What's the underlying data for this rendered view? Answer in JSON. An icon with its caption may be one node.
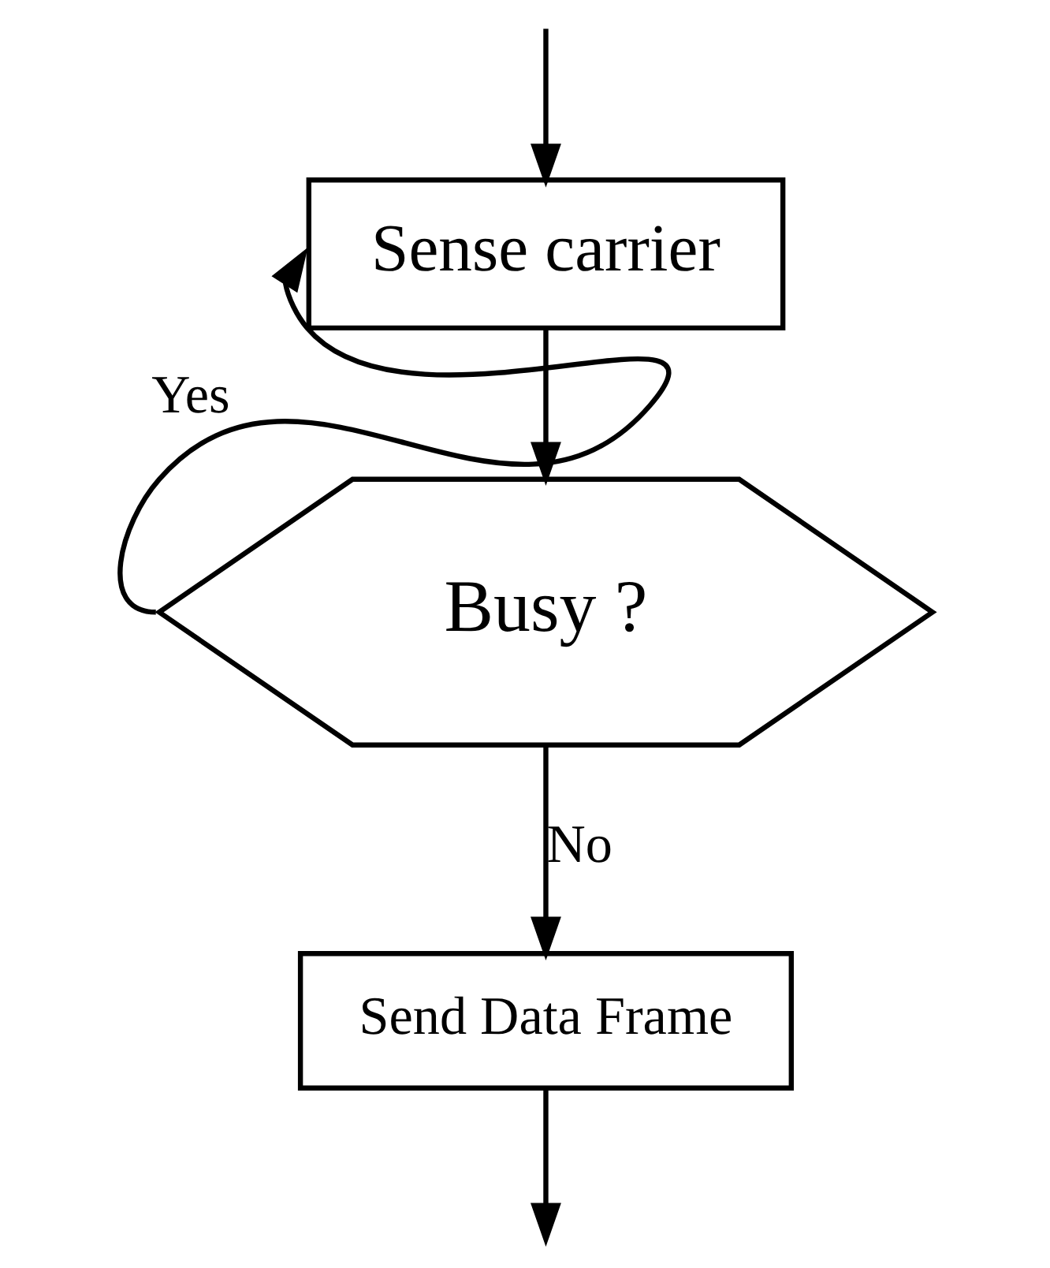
{
  "diagram": {
    "nodes": [
      {
        "text": [
          "Sense carrier"
        ]
      },
      {
        "text": [
          "Busy ?"
        ]
      },
      {
        "text": [
          "Send Data Frame"
        ]
      }
    ],
    "edges": [
      {
        "from": null,
        "to": 0,
        "arrow": "to"
      },
      {
        "from": 0,
        "to": 1,
        "arrow": "to"
      },
      {
        "from": 1,
        "to": 0,
        "arrow": "to",
        "label": "Yes"
      },
      {
        "from": 1,
        "to": 2,
        "arrow": "to",
        "label": "No"
      },
      {
        "from": 2,
        "to": null,
        "arrow": "to"
      }
    ]
  }
}
